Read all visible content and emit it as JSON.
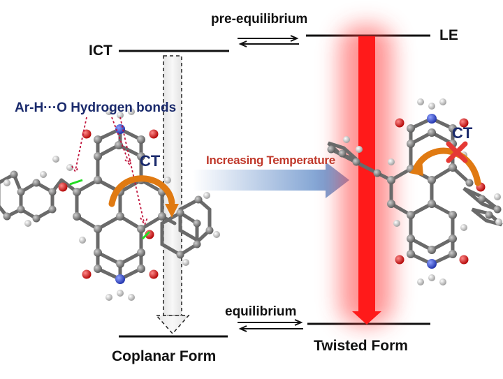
{
  "labels": {
    "pre_equilibrium": "pre-equilibrium",
    "ict": "ICT",
    "le": "LE",
    "hydrogen_bonds": "Ar-H···O Hydrogen bonds",
    "ct_left": "CT",
    "ct_right": "CT",
    "increasing_temperature": "Increasing Temperature",
    "equilibrium": "equilibrium",
    "coplanar_form": "Coplanar Form",
    "twisted_form": "Twisted Form"
  },
  "colors": {
    "text_dark": "#111111",
    "text_navy": "#1a2a6c",
    "temperature_text": "#c0392b",
    "red_arrow": "#ff1a1a",
    "hbond_dots": "#c0143c",
    "ct_arrow": "#e07a12",
    "blocked_cross": "#e53935"
  }
}
